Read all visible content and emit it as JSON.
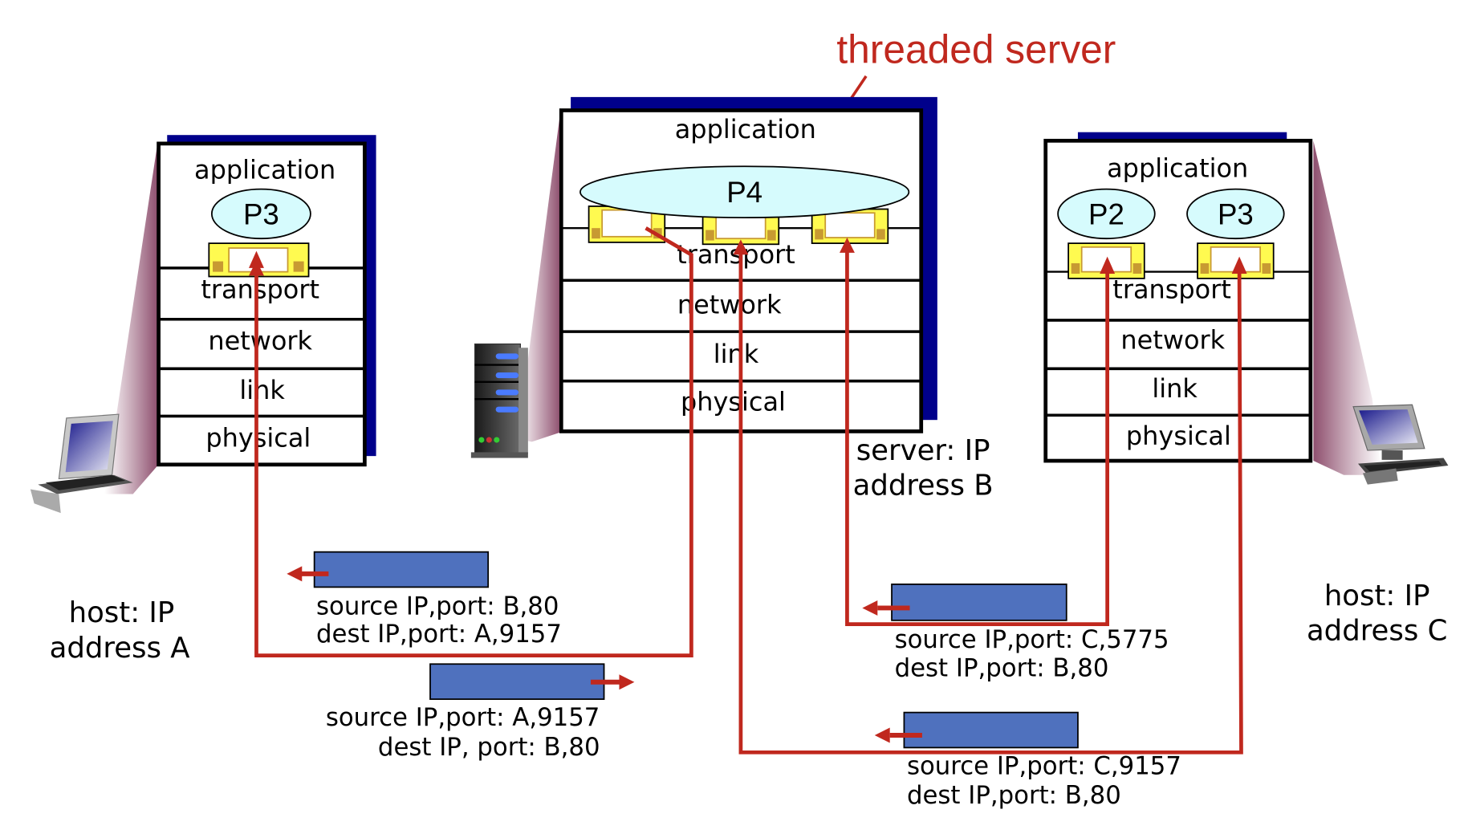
{
  "title": "threaded server",
  "colors": {
    "arrow": "#c0281e",
    "shadow": "#00008b",
    "process_fill": "#d6fbfd",
    "socket_fill": "#fffa50",
    "socket_corner": "#c89a32",
    "segment_fill": "#4f71be"
  },
  "layers": [
    "application",
    "transport",
    "network",
    "link",
    "physical"
  ],
  "hosts": {
    "A": {
      "label_line1": "host: IP",
      "label_line2": "address A",
      "processes": [
        "P3"
      ]
    },
    "B": {
      "label_line1": "server: IP",
      "label_line2": "address B",
      "processes": [
        "P4"
      ]
    },
    "C": {
      "label_line1": "host: IP",
      "label_line2": "address C",
      "processes": [
        "P2",
        "P3"
      ]
    }
  },
  "segments": [
    {
      "id": "b-to-a",
      "direction": "left",
      "line1": "source IP,port: B,80",
      "line2": "dest IP,port: A,9157"
    },
    {
      "id": "a-to-b",
      "direction": "right",
      "line1": "source IP,port: A,9157",
      "line2": "dest IP, port: B,80"
    },
    {
      "id": "c5775-to-b",
      "direction": "left",
      "line1": "source IP,port: C,5775",
      "line2": "dest IP,port: B,80"
    },
    {
      "id": "c9157-to-b",
      "direction": "left",
      "line1": "source IP,port: C,9157",
      "line2": "dest IP,port: B,80"
    }
  ]
}
